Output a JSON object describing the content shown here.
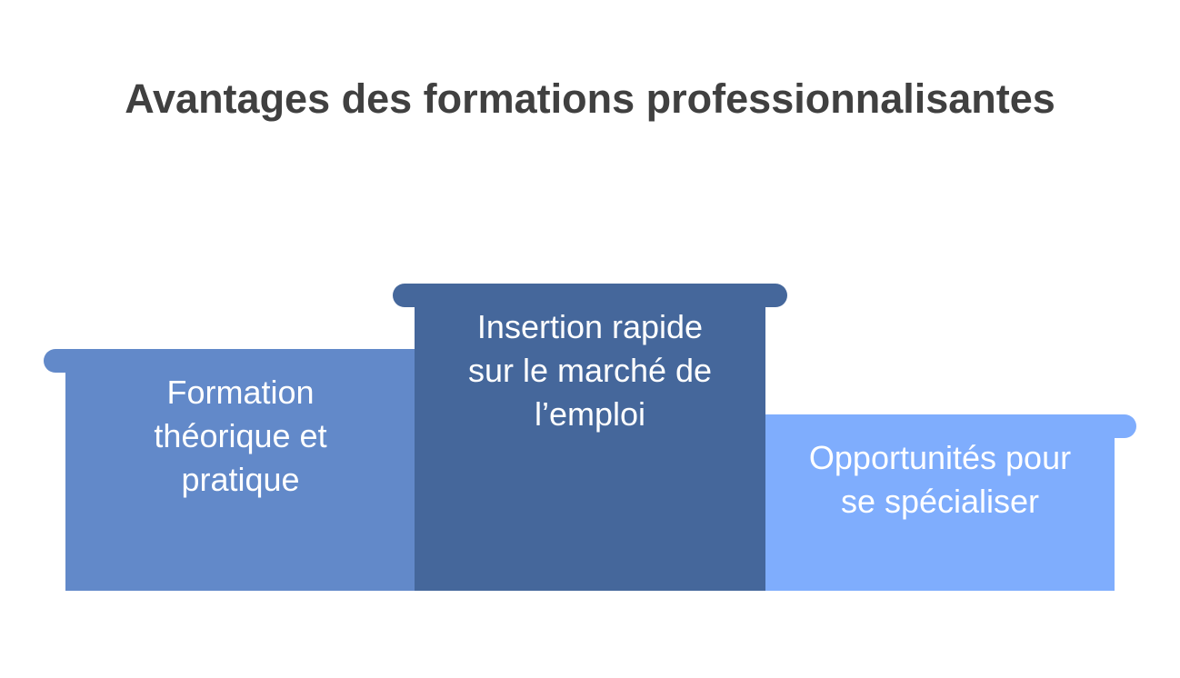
{
  "title": "Avantages des formations professionnalisantes",
  "steps": [
    {
      "lines": [
        "Formation",
        "théorique et",
        "pratique"
      ],
      "color": "#6289c9"
    },
    {
      "lines": [
        "Insertion rapide",
        "sur le marché de",
        "l’emploi"
      ],
      "color": "#45679b"
    },
    {
      "lines": [
        "Opportunités pour",
        "se spécialiser"
      ],
      "color": "#7fadfd"
    }
  ]
}
